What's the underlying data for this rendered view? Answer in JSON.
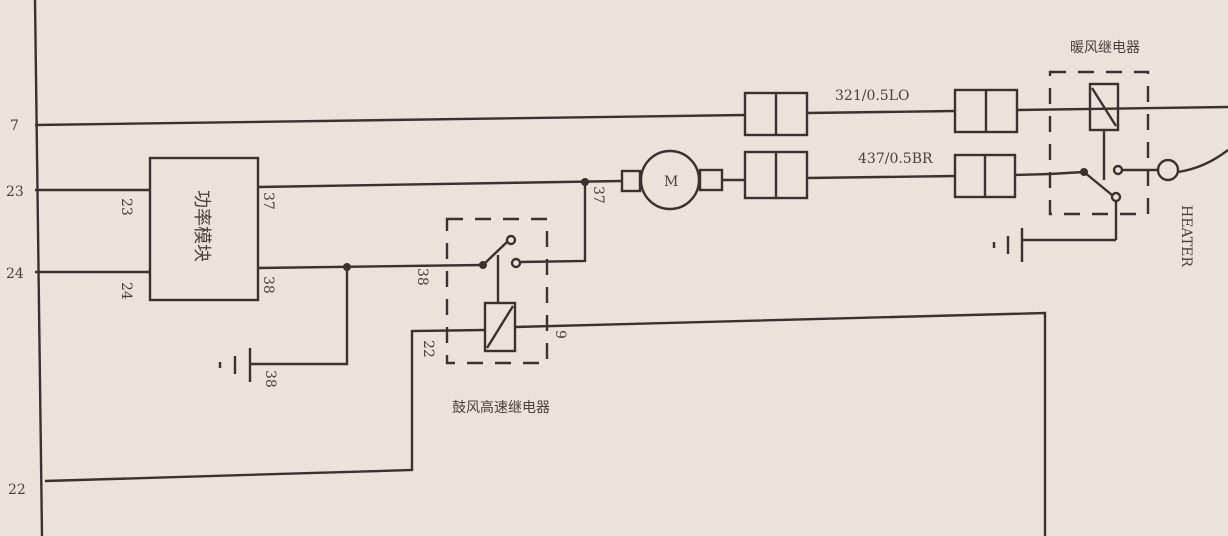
{
  "left_bus_labels": [
    "7",
    "23",
    "24",
    "22"
  ],
  "power_module": {
    "label": "功率模块",
    "pins": {
      "in_23": "23",
      "in_24": "24",
      "out_37": "37",
      "out_38": "38"
    }
  },
  "ground_label": "38",
  "high_speed_relay": {
    "label": "鼓风高速继电器",
    "pins": {
      "p38": "38",
      "p37": "37",
      "p22": "22",
      "p9": "9"
    }
  },
  "motor": {
    "label": "M"
  },
  "wires": {
    "top": "321/0.5LO",
    "middle": "437/0.5BR"
  },
  "heater_relay": {
    "label": "暖风继电器"
  },
  "heater": {
    "label": "HEATER"
  },
  "colors": {
    "background": "#ece2da",
    "line": "#3b3230"
  }
}
